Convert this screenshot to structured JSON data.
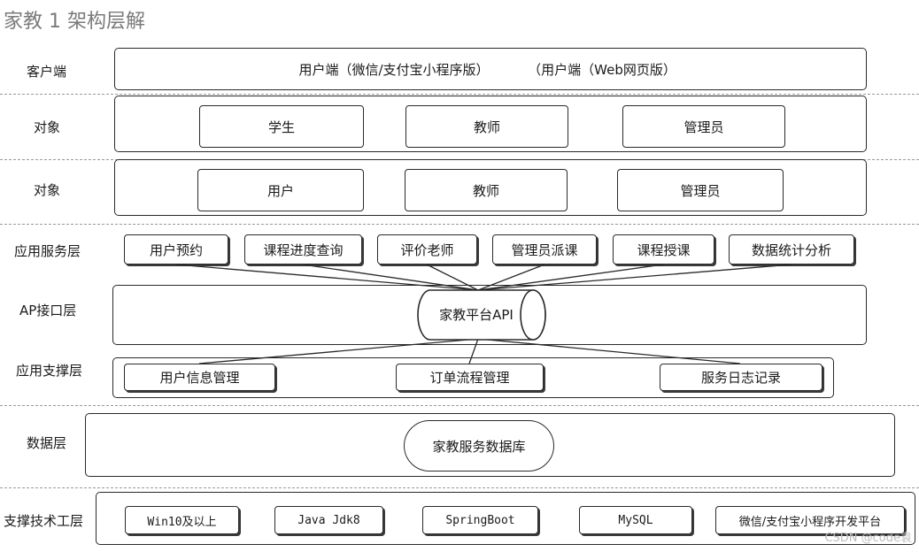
{
  "title": "家教 1 架构层解",
  "watermark": "CSDN @code袁",
  "layers": {
    "client": {
      "label": "客户端",
      "text_a": "用户端（微信/支付宝小程序版）",
      "text_b": "（用户端（Web网页版）"
    },
    "object1": {
      "label": "对象",
      "items": [
        "学生",
        "教师",
        "管理员"
      ]
    },
    "object2": {
      "label": "对象",
      "items": [
        "用户",
        "教师",
        "管理员"
      ]
    },
    "service": {
      "label": "应用服务层",
      "items": [
        "用户预约",
        "课程进度查询",
        "评价老师",
        "管理员派课",
        "课程授课",
        "数据统计分析"
      ]
    },
    "api": {
      "label": "AP接口层",
      "center": "家教平台API"
    },
    "support": {
      "label": "应用支撑层",
      "items": [
        "用户信息管理",
        "订单流程管理",
        "服务日志记录"
      ]
    },
    "data": {
      "label": "数据层",
      "center": "家教服务数据库"
    },
    "tech": {
      "label": "支撑技术工层",
      "items": [
        "Win10及以上",
        "Java Jdk8",
        "SpringBoot",
        "MySQL",
        "微信/支付宝小程序开发平台"
      ]
    }
  }
}
